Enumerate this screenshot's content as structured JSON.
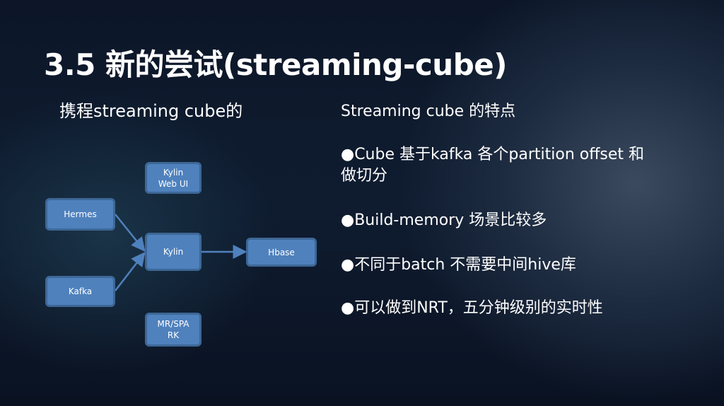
{
  "title": "3.5 新的尝试(streaming-cube)",
  "left_heading": "携程streaming cube的",
  "diagram": {
    "kylin_web_ui": [
      "Kylin",
      "Web UI"
    ],
    "hermes": "Hermes",
    "kafka": "Kafka",
    "kylin": "Kylin",
    "hbase": "Hbase",
    "mr_spark": [
      "MR/SPA",
      "RK"
    ]
  },
  "right": {
    "heading": "Streaming cube 的特点",
    "bullets": [
      "●Cube 基于kafka 各个partition offset 和做切分",
      "●Build-memory 场景比较多",
      "●不同于batch 不需要中间hive库",
      "●可以做到NRT，五分钟级别的实时性"
    ]
  }
}
